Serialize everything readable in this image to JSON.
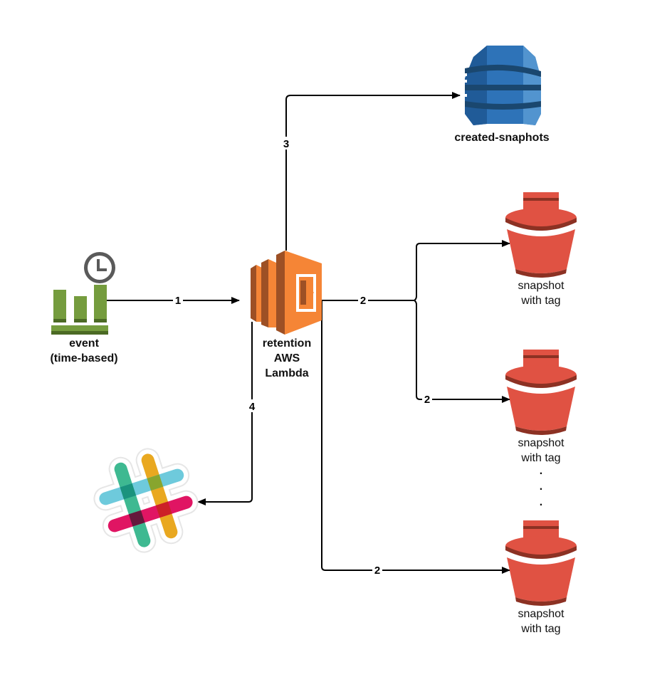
{
  "nodes": {
    "event": {
      "label_line1": "event",
      "label_line2": "(time-based)",
      "icon": "cloudwatch-event-clock-icon"
    },
    "lambda": {
      "label_line1": "retention",
      "label_line2": "AWS",
      "label_line3": "Lambda",
      "icon": "aws-lambda-icon"
    },
    "dynamodb": {
      "label": "created-snaphots",
      "icon": "dynamodb-icon"
    },
    "bucket1": {
      "label_line1": "snapshot",
      "label_line2": "with tag",
      "icon": "s3-bucket-icon"
    },
    "bucket2": {
      "label_line1": "snapshot",
      "label_line2": "with tag",
      "icon": "s3-bucket-icon"
    },
    "bucket3": {
      "label_line1": "snapshot",
      "label_line2": "with tag",
      "icon": "s3-bucket-icon"
    },
    "slack": {
      "icon": "slack-icon"
    },
    "ellipsis": {
      "dot": "."
    }
  },
  "edges": {
    "event_to_lambda": "1",
    "lambda_to_bucket_a": "2",
    "lambda_to_bucket_b": "2",
    "lambda_to_bucket_c": "2",
    "lambda_to_dynamodb": "3",
    "lambda_to_slack": "4"
  },
  "colors": {
    "lambda_orange": "#f58536",
    "dynamo_blue": "#2e73b8",
    "s3_red": "#e05243",
    "event_green": "#759c3e"
  }
}
